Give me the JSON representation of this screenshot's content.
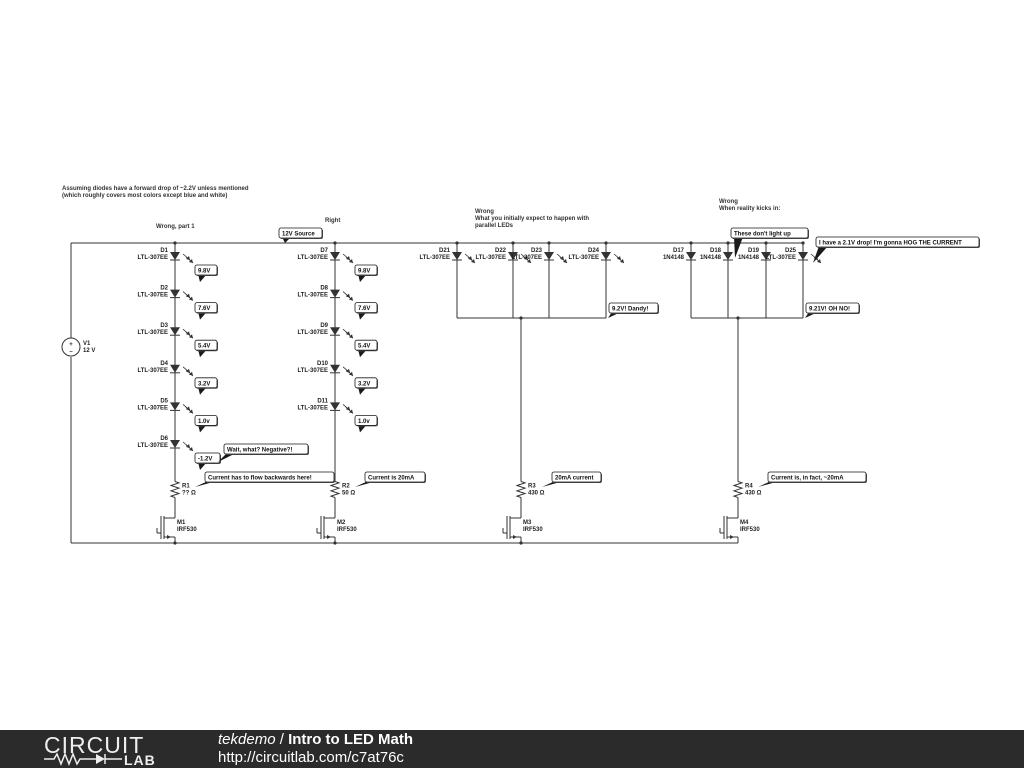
{
  "notes": {
    "assumption_line1": "Assuming diodes have a forward drop of ~2.2V unless mentioned",
    "assumption_line2": "(which roughly covers most colors except blue and white)",
    "wrong_part1": "Wrong, part 1",
    "right": "Right",
    "wrong_parallel_title": "Wrong",
    "wrong_parallel_line1": "What you initially expect to happen with",
    "wrong_parallel_line2": "parallel LEDs",
    "wrong_reality_title": "Wrong",
    "wrong_reality_line1": "When reality kicks in:"
  },
  "source": {
    "name": "V1",
    "value": "12 V",
    "callout": "12V Source"
  },
  "diodes": [
    {
      "name": "D1",
      "part": "LTL-307EE",
      "callout": "9.8V"
    },
    {
      "name": "D2",
      "part": "LTL-307EE",
      "callout": "7.6V"
    },
    {
      "name": "D3",
      "part": "LTL-307EE",
      "callout": "5.4V"
    },
    {
      "name": "D4",
      "part": "LTL-307EE",
      "callout": "3.2V"
    },
    {
      "name": "D5",
      "part": "LTL-307EE",
      "callout": "1.0v"
    },
    {
      "name": "D6",
      "part": "LTL-307EE",
      "callout": "-1.2V"
    },
    {
      "name": "D7",
      "part": "LTL-307EE",
      "callout": "9.8V"
    },
    {
      "name": "D8",
      "part": "LTL-307EE",
      "callout": "7.6V"
    },
    {
      "name": "D9",
      "part": "LTL-307EE",
      "callout": "5.4V"
    },
    {
      "name": "D10",
      "part": "LTL-307EE",
      "callout": "3.2V"
    },
    {
      "name": "D11",
      "part": "LTL-307EE",
      "callout": "1.0v"
    },
    {
      "name": "D21",
      "part": "LTL-307EE"
    },
    {
      "name": "D22",
      "part": "LTL-307EE"
    },
    {
      "name": "D23",
      "part": "LTL-307EE"
    },
    {
      "name": "D24",
      "part": "LTL-307EE"
    },
    {
      "name": "D17",
      "part": "1N4148"
    },
    {
      "name": "D18",
      "part": "1N4148"
    },
    {
      "name": "D19",
      "part": "1N4148"
    },
    {
      "name": "D25",
      "part": "LTL-307EE"
    }
  ],
  "resistors": [
    {
      "name": "R1",
      "value": "?? Ω",
      "callout": "Current has to flow backwards here!"
    },
    {
      "name": "R2",
      "value": "50 Ω",
      "callout": "Current is 20mA"
    },
    {
      "name": "R3",
      "value": "430 Ω",
      "callout": "20mA current"
    },
    {
      "name": "R4",
      "value": "430 Ω",
      "callout": "Current is, in fact, ~20mA"
    }
  ],
  "mosfets": [
    {
      "name": "M1",
      "part": "IRF530"
    },
    {
      "name": "M2",
      "part": "IRF530"
    },
    {
      "name": "M3",
      "part": "IRF530"
    },
    {
      "name": "M4",
      "part": "IRF530"
    }
  ],
  "callouts": {
    "d6_negative": "Wait, what? Negative?!",
    "parallel_dandy": "9.2V! Dandy!",
    "reality_no_light": "These don't light up",
    "reality_hog": "I have a 2.1V drop! I'm gonna HOG THE CURRENT",
    "reality_oh_no": "9.21V! OH NO!"
  },
  "footer": {
    "logo_top": "CIRCUIT",
    "logo_bottom": "LAB",
    "user": "tekdemo",
    "separator": " / ",
    "title": "Intro to LED Math",
    "url": "http://circuitlab.com/c7at76c"
  },
  "colors": {
    "wire": "#333333",
    "footer_bg": "#2b2b2b"
  }
}
